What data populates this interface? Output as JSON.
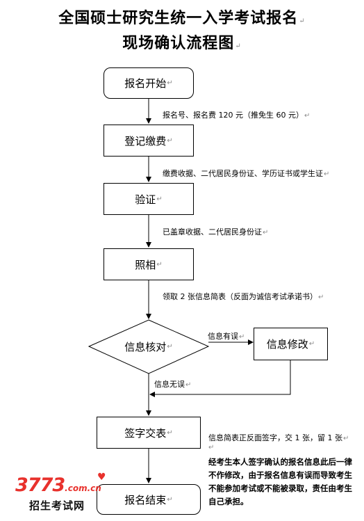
{
  "title_line1": "全国硕士研究生统一入学考试报名",
  "title_line2": "现场确认流程图",
  "return_mark": "↵",
  "nodes": {
    "start": "报名开始",
    "register": "登记缴费",
    "verify": "验证",
    "photo": "照相",
    "check": "信息核对",
    "modify": "信息修改",
    "sign": "签字交表",
    "end": "报名结束"
  },
  "edge_labels": {
    "start_register": "报名号、报名费 120 元（推免生 60 元）",
    "register_verify": "缴费收据、二代居民身份证、学历证书或学生证",
    "verify_photo": "已盖章收据、二代居民身份证",
    "photo_check": "领取 2 张信息简表（反面为诚信考试承诺书）",
    "check_error": "信息有误",
    "check_ok": "信息无误",
    "sign_note": "信息简表正反面签字，交 1 张，留 1 张"
  },
  "note": "经考生本人签字确认的报名信息此后一律不作修改，由于报名信息有误而导致考生不能参加考试或不能被录取，责任由考生自己承担。",
  "watermark": {
    "number": "3773",
    "domain": ".com.cn",
    "subtitle": "招生考试网"
  }
}
